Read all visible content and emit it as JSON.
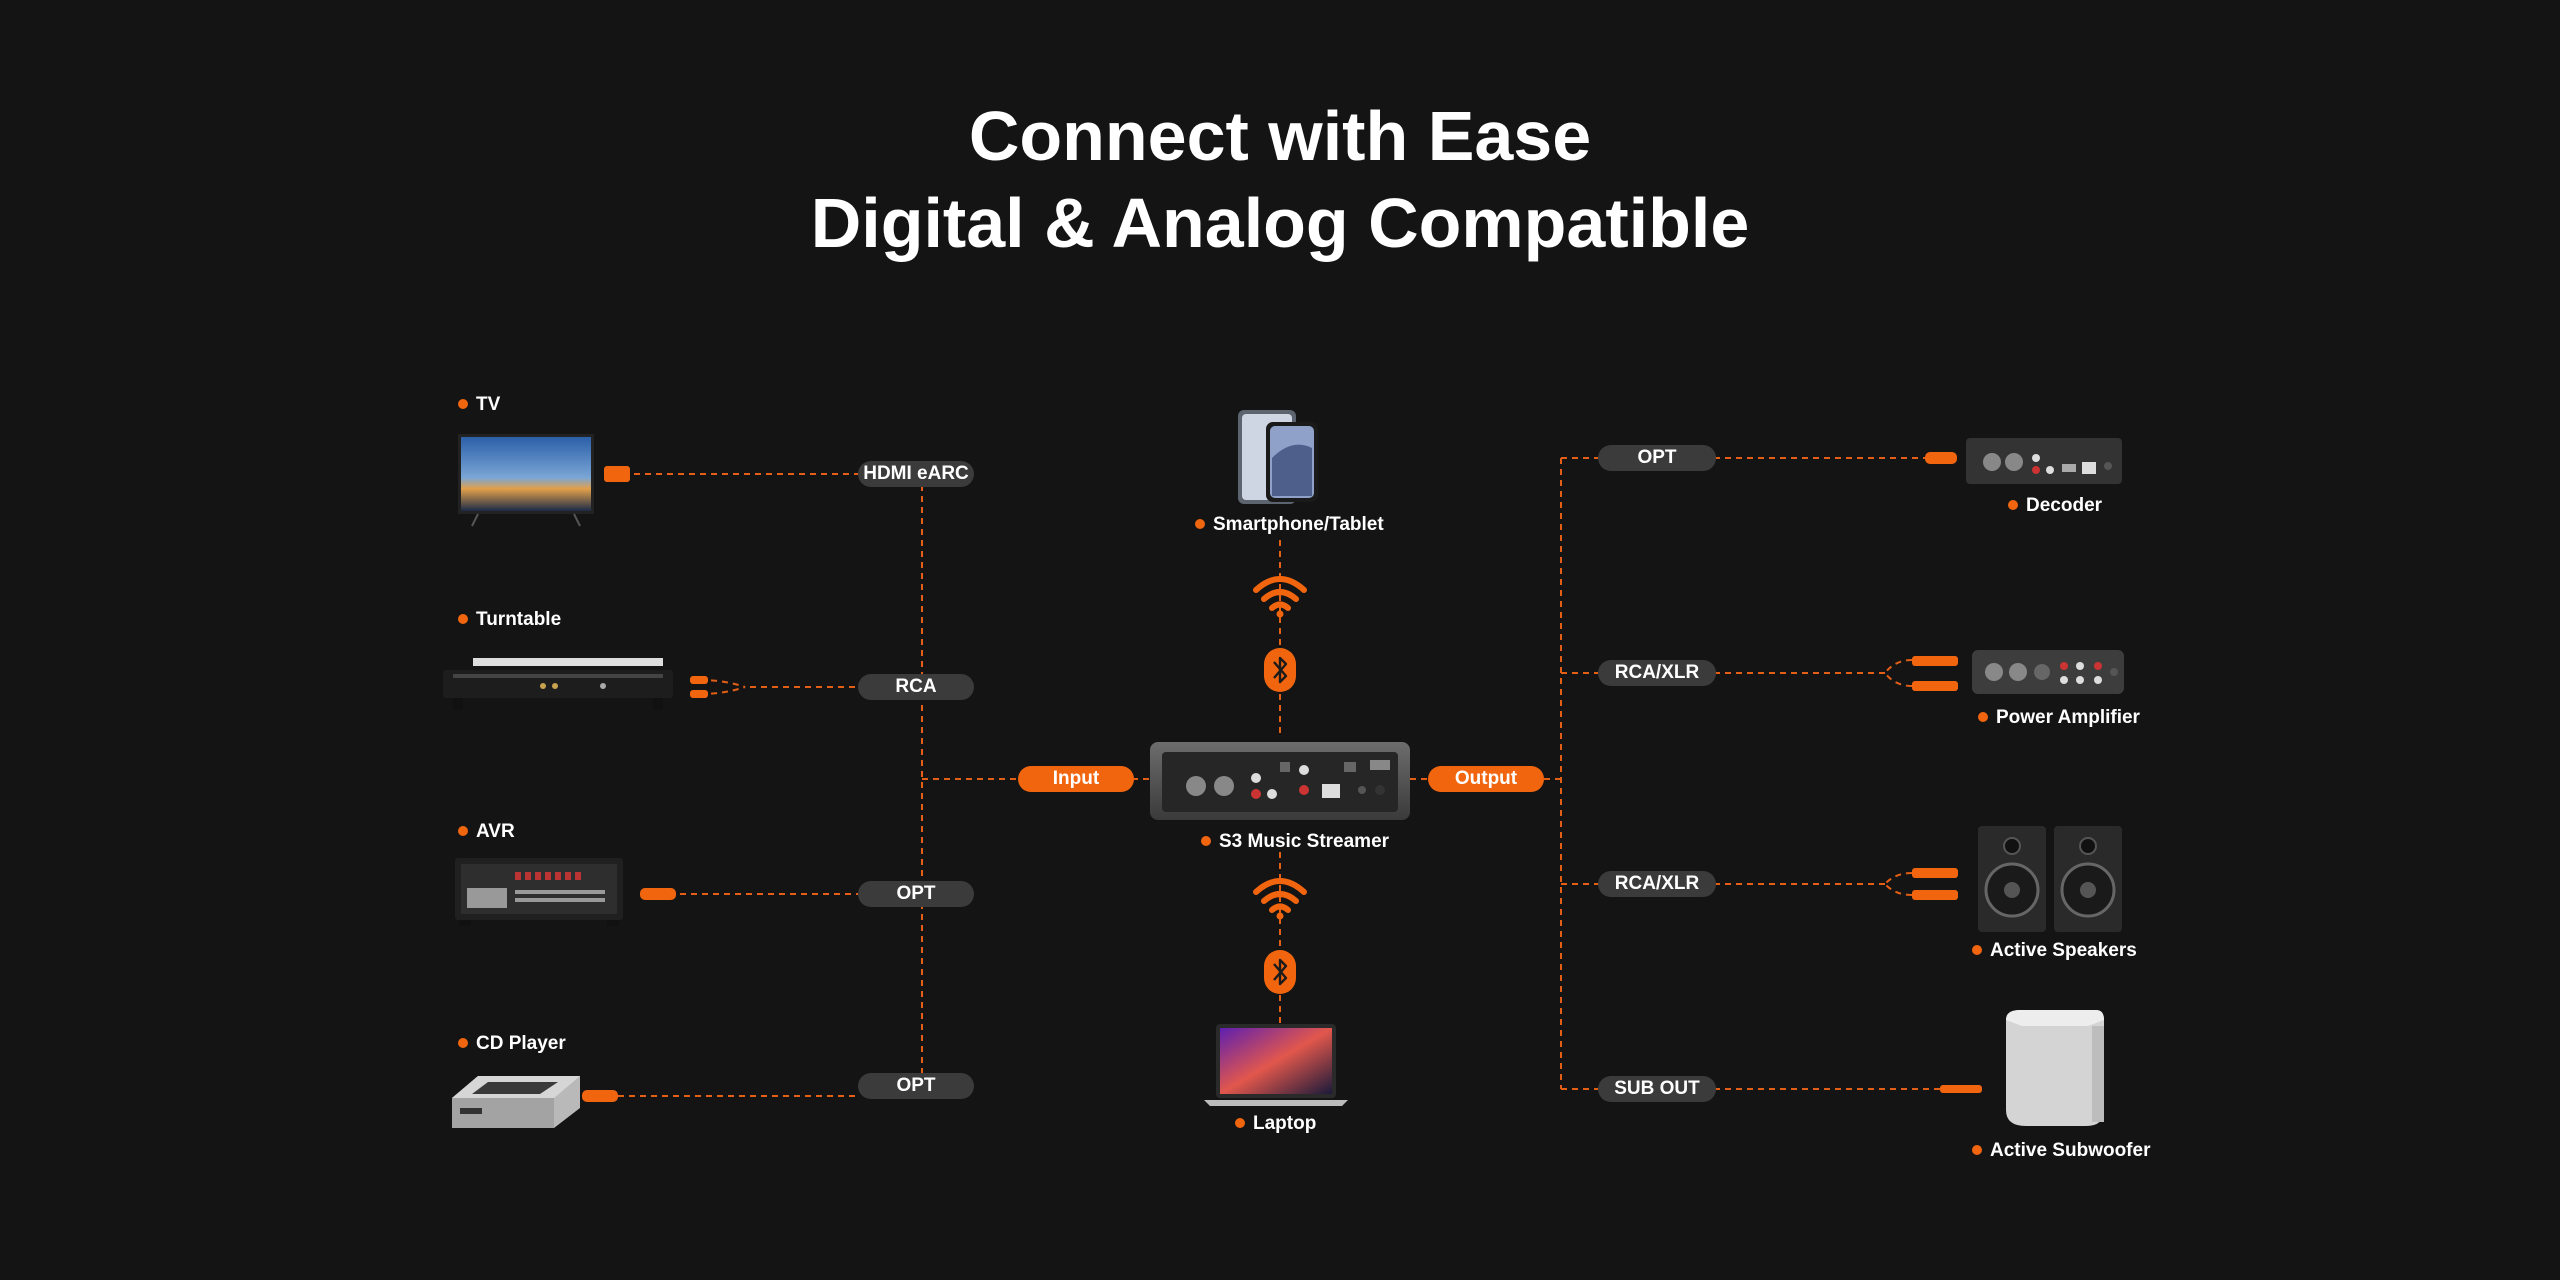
{
  "title": {
    "line1": "Connect with Ease",
    "line2": "Digital & Analog Compatible"
  },
  "colors": {
    "background": "#141414",
    "accent": "#f2650f",
    "pill": "#3b3b3b"
  },
  "center": {
    "device": "S3 Music Streamer",
    "input_label": "Input",
    "output_label": "Output",
    "top_device": "Smartphone/Tablet",
    "bottom_device": "Laptop",
    "wireless_icons": [
      "wifi-icon",
      "bluetooth-icon"
    ]
  },
  "inputs": [
    {
      "device": "TV",
      "connection": "HDMI eARC"
    },
    {
      "device": "Turntable",
      "connection": "RCA"
    },
    {
      "device": "AVR",
      "connection": "OPT"
    },
    {
      "device": "CD Player",
      "connection": "OPT"
    }
  ],
  "outputs": [
    {
      "device": "Decoder",
      "connection": "OPT"
    },
    {
      "device": "Power Amplifier",
      "connection": "RCA/XLR"
    },
    {
      "device": "Active Speakers",
      "connection": "RCA/XLR"
    },
    {
      "device": "Active Subwoofer",
      "connection": "SUB OUT"
    }
  ]
}
